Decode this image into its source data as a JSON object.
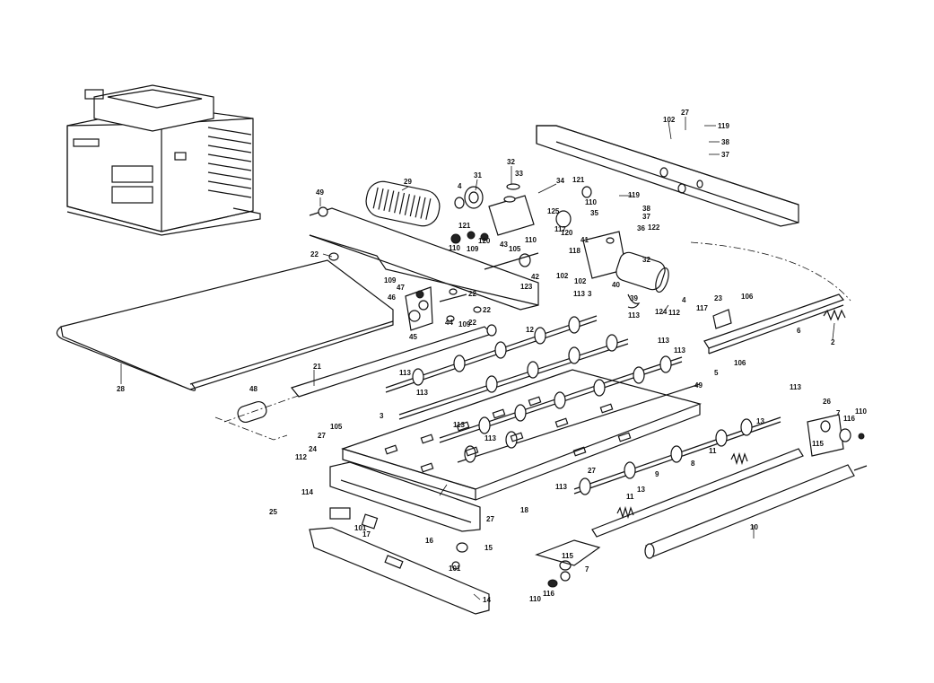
{
  "diagram": {
    "callouts": [
      {
        "id": "c1",
        "text": "102"
      },
      {
        "id": "c2",
        "text": "27"
      },
      {
        "id": "c3",
        "text": "119"
      },
      {
        "id": "c4",
        "text": "38"
      },
      {
        "id": "c5",
        "text": "37"
      },
      {
        "id": "c6",
        "text": "32"
      },
      {
        "id": "c7",
        "text": "33"
      },
      {
        "id": "c8",
        "text": "31"
      },
      {
        "id": "c9",
        "text": "34"
      },
      {
        "id": "c10",
        "text": "121"
      },
      {
        "id": "c11",
        "text": "110"
      },
      {
        "id": "c12",
        "text": "35"
      },
      {
        "id": "c13",
        "text": "119"
      },
      {
        "id": "c14",
        "text": "38"
      },
      {
        "id": "c15",
        "text": "37"
      },
      {
        "id": "c16",
        "text": "29"
      },
      {
        "id": "c17",
        "text": "4"
      },
      {
        "id": "c18",
        "text": "49"
      },
      {
        "id": "c19",
        "text": "121"
      },
      {
        "id": "c20",
        "text": "110"
      },
      {
        "id": "c21",
        "text": "109"
      },
      {
        "id": "c22",
        "text": "120"
      },
      {
        "id": "c23",
        "text": "43"
      },
      {
        "id": "c24",
        "text": "105"
      },
      {
        "id": "c25",
        "text": "110"
      },
      {
        "id": "c26",
        "text": "125"
      },
      {
        "id": "c27",
        "text": "117"
      },
      {
        "id": "c28",
        "text": "120"
      },
      {
        "id": "c29",
        "text": "36"
      },
      {
        "id": "c30",
        "text": "122"
      },
      {
        "id": "c31",
        "text": "41"
      },
      {
        "id": "c32",
        "text": "32"
      },
      {
        "id": "c33",
        "text": "22"
      },
      {
        "id": "c34",
        "text": "118"
      },
      {
        "id": "c35",
        "text": "102"
      },
      {
        "id": "c36",
        "text": "102"
      },
      {
        "id": "c37",
        "text": "40"
      },
      {
        "id": "c38",
        "text": "42"
      },
      {
        "id": "c39",
        "text": "123"
      },
      {
        "id": "c40",
        "text": "39"
      },
      {
        "id": "c41",
        "text": "109"
      },
      {
        "id": "c42",
        "text": "47"
      },
      {
        "id": "c43",
        "text": "46"
      },
      {
        "id": "c44",
        "text": "22"
      },
      {
        "id": "c45",
        "text": "22"
      },
      {
        "id": "c46",
        "text": "44"
      },
      {
        "id": "c47",
        "text": "109"
      },
      {
        "id": "c48",
        "text": "22"
      },
      {
        "id": "c49",
        "text": "45"
      },
      {
        "id": "c50",
        "text": "12"
      },
      {
        "id": "c51",
        "text": "113"
      },
      {
        "id": "c52",
        "text": "3"
      },
      {
        "id": "c53",
        "text": "113"
      },
      {
        "id": "c54",
        "text": "124"
      },
      {
        "id": "c55",
        "text": "112"
      },
      {
        "id": "c56",
        "text": "4"
      },
      {
        "id": "c57",
        "text": "117"
      },
      {
        "id": "c58",
        "text": "23"
      },
      {
        "id": "c59",
        "text": "106"
      },
      {
        "id": "c60",
        "text": "6"
      },
      {
        "id": "c61",
        "text": "2"
      },
      {
        "id": "c62",
        "text": "113"
      },
      {
        "id": "c63",
        "text": "113"
      },
      {
        "id": "c64",
        "text": "28"
      },
      {
        "id": "c65",
        "text": "21"
      },
      {
        "id": "c66",
        "text": "113"
      },
      {
        "id": "c67",
        "text": "48"
      },
      {
        "id": "c68",
        "text": "113"
      },
      {
        "id": "c69",
        "text": "3"
      },
      {
        "id": "c70",
        "text": "49"
      },
      {
        "id": "c71",
        "text": "5"
      },
      {
        "id": "c72",
        "text": "106"
      },
      {
        "id": "c73",
        "text": "113"
      },
      {
        "id": "c74",
        "text": "26"
      },
      {
        "id": "c75",
        "text": "7"
      },
      {
        "id": "c76",
        "text": "116"
      },
      {
        "id": "c77",
        "text": "110"
      },
      {
        "id": "c78",
        "text": "13"
      },
      {
        "id": "c79",
        "text": "113"
      },
      {
        "id": "c80",
        "text": "113"
      },
      {
        "id": "c81",
        "text": "105"
      },
      {
        "id": "c82",
        "text": "27"
      },
      {
        "id": "c83",
        "text": "24"
      },
      {
        "id": "c84",
        "text": "112"
      },
      {
        "id": "c85",
        "text": "115"
      },
      {
        "id": "c86",
        "text": "11"
      },
      {
        "id": "c87",
        "text": "27"
      },
      {
        "id": "c88",
        "text": "9"
      },
      {
        "id": "c89",
        "text": "8"
      },
      {
        "id": "c90",
        "text": "113"
      },
      {
        "id": "c91",
        "text": "13"
      },
      {
        "id": "c92",
        "text": "11"
      },
      {
        "id": "c93",
        "text": "114"
      },
      {
        "id": "c94",
        "text": "25"
      },
      {
        "id": "c95",
        "text": "18"
      },
      {
        "id": "c96",
        "text": "27"
      },
      {
        "id": "c97",
        "text": "101"
      },
      {
        "id": "c98",
        "text": "17"
      },
      {
        "id": "c99",
        "text": "16"
      },
      {
        "id": "c100",
        "text": "15"
      },
      {
        "id": "c101",
        "text": "115"
      },
      {
        "id": "c102",
        "text": "10"
      },
      {
        "id": "c103",
        "text": "101"
      },
      {
        "id": "c104",
        "text": "7"
      },
      {
        "id": "c105",
        "text": "14"
      },
      {
        "id": "c106",
        "text": "110"
      },
      {
        "id": "c107",
        "text": "116"
      }
    ]
  }
}
